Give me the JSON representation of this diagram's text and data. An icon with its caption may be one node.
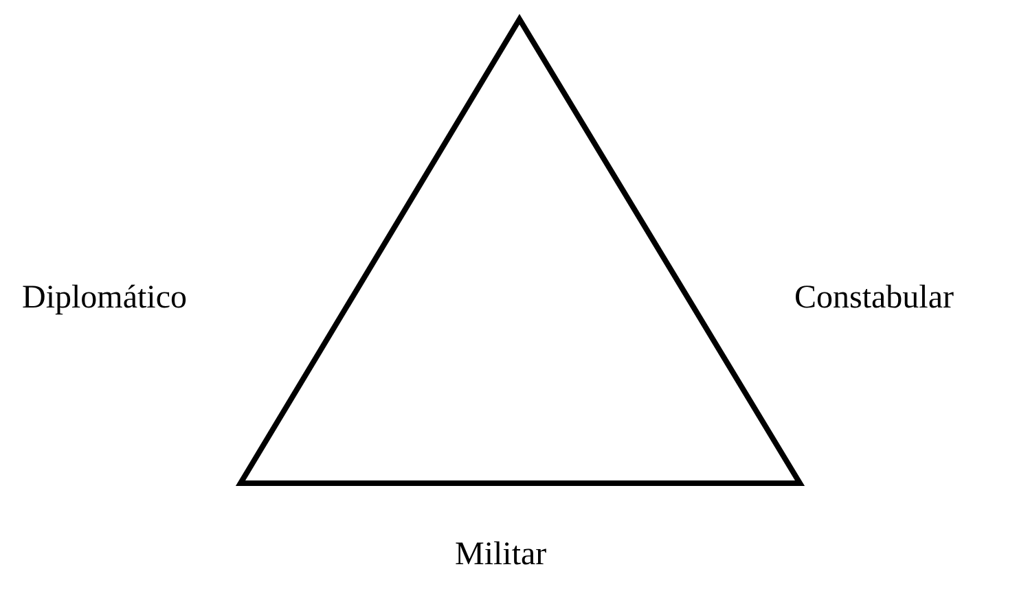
{
  "diagram": {
    "labels": [
      "Diplomático",
      "Constabular",
      "Militar"
    ]
  }
}
